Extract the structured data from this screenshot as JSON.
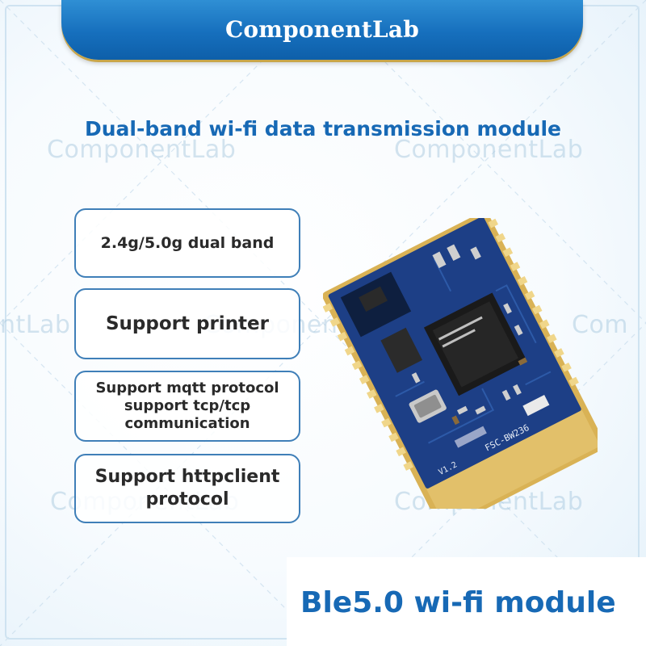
{
  "brand": {
    "name": "ComponentLab"
  },
  "watermark": {
    "text": "ComponentLab",
    "partial_left": "ntLab",
    "partial_mid": "Component",
    "partial_right": "Com"
  },
  "heading": {
    "text": "Dual-band wi-fi data transmission module"
  },
  "features": [
    {
      "label": "2.4g/5.0g dual band"
    },
    {
      "label": "Support printer"
    },
    {
      "label": "Support mqtt protocol\nsupport tcp/tcp\ncommunication"
    },
    {
      "label": "Support httpclient\nprotocol"
    }
  ],
  "product": {
    "label": "Ble5.0 wi-fi module",
    "board_silkscreen": "FSC-BW236",
    "board_version": "V1.2"
  },
  "colors": {
    "accent": "#1769b5",
    "banner": "#166fbd",
    "pcb": "#1d3f86",
    "gold": "#d9b255"
  }
}
